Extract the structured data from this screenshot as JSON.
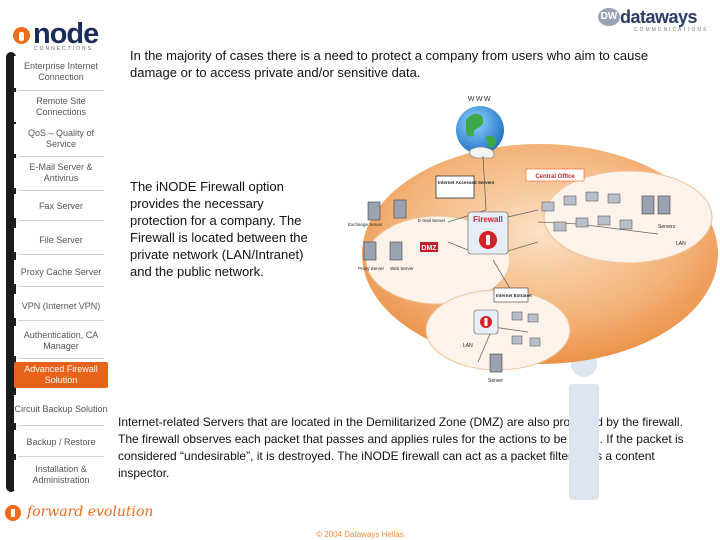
{
  "logos": {
    "inode": {
      "word": "node",
      "tagline": "CONNECTIONS"
    },
    "dataways": {
      "mark": "DW",
      "word": "dataways",
      "tagline": "COMMUNICATIONS"
    }
  },
  "sidebar": {
    "items": [
      {
        "label": "Enterprise Internet Connection"
      },
      {
        "label": "Remote Site Connections"
      },
      {
        "label": "QoS – Quality of Service"
      },
      {
        "label": "E-Mail Server & Antivirus"
      },
      {
        "label": "Fax Server"
      },
      {
        "label": "File Server"
      },
      {
        "label": "Proxy Cache Server"
      },
      {
        "label": "VPN (Internet VPN)"
      },
      {
        "label": "Authentication, CA Manager"
      },
      {
        "label": "Advanced Firewall Solution",
        "active": true
      },
      {
        "label": "Circuit Backup Solution"
      },
      {
        "label": "Backup / Restore"
      },
      {
        "label": "Installation & Administration"
      }
    ]
  },
  "content": {
    "intro": "In the majority of cases there is a need to protect a company from users who aim to cause damage or to access private and/or sensitive data.",
    "firewall_desc": "The iNODE Firewall option provides the necessary protection for a company. The Firewall is located between the private network (LAN/Intranet) and the public network.",
    "dmz_desc": "Internet-related Servers that are located in the Demilitarized Zone (DMZ) are also protected by the firewall. The firewall observes each packet that passes and applies rules for the actions to be taken.  If the packet is considered “undesirable”, it is destroyed. The iNODE firewall can act as a packet filter or as a content inspector."
  },
  "diagram": {
    "www": "WWW",
    "internet_accessed_servers": "Internet Accessed Servers",
    "central_office": "Central Office",
    "firewall": "Firewall",
    "dmz": "DMZ",
    "exchange_server": "Exchange Server",
    "email_server": "E-mail Server",
    "proxy_server": "Proxy Server",
    "web_server": "Web Server",
    "servers": "Servers",
    "lan_right": "LAN",
    "internet_extranet": "Internet Extranet",
    "lan_bottom": "LAN",
    "server": "Server"
  },
  "footer": {
    "slogan": "forward evolution",
    "copyright": "© 2004 Dataways Hellas"
  },
  "colors": {
    "accent_orange": "#e8621a",
    "navy": "#1c2c5a",
    "firewall_red": "#d4202a",
    "dmz_red": "#c0202a"
  }
}
